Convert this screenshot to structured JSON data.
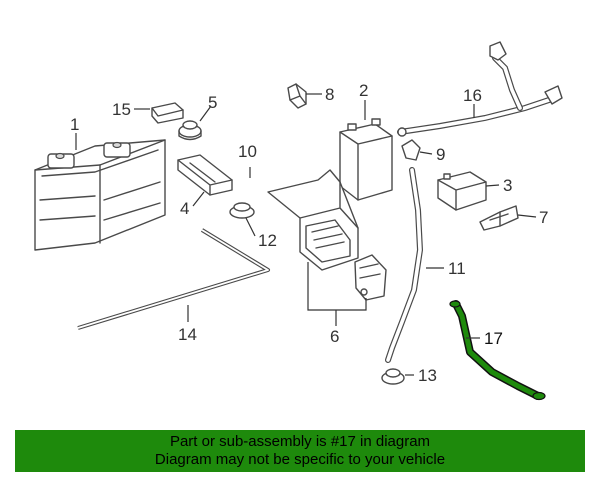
{
  "callouts": {
    "c1": "1",
    "c2": "2",
    "c3": "3",
    "c4": "4",
    "c5": "5",
    "c6": "6",
    "c7": "7",
    "c8": "8",
    "c9": "9",
    "c10": "10",
    "c11": "11",
    "c12": "12",
    "c13": "13",
    "c14": "14",
    "c15": "15",
    "c16": "16",
    "c17": "17"
  },
  "highlight_color": "#1e8a0c",
  "banner": {
    "line1": "Part or sub-assembly is #17 in diagram",
    "line2": "Diagram may not be specific to your vehicle"
  }
}
